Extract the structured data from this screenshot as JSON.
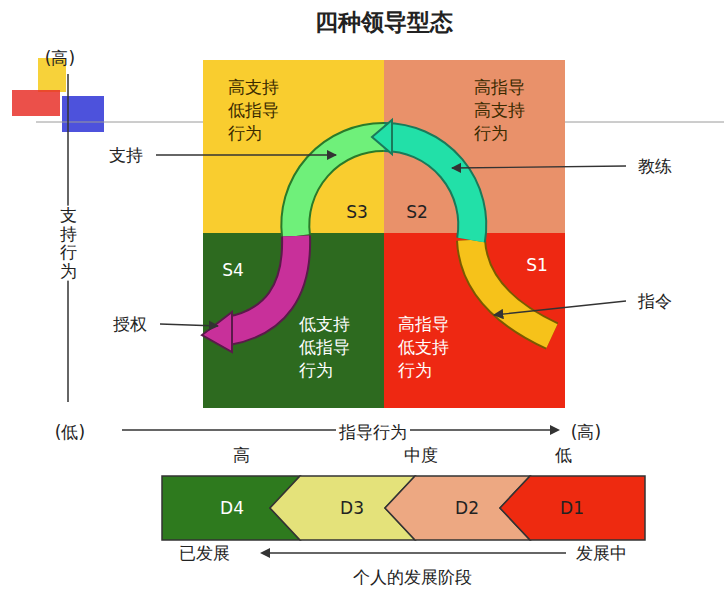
{
  "diagram": {
    "title": "四种领导型态",
    "nodes": [
      {
        "text": [
          "高支持 低指导 行为",
          "S3"
        ]
      },
      {
        "text": [
          "高指导 高支持 行为",
          "S2"
        ]
      },
      {
        "text": [
          "低支持 低指导 行为",
          "S4"
        ]
      },
      {
        "text": [
          "高指导 低支持 行为",
          "S1"
        ]
      },
      {
        "text": [
          "D4"
        ]
      },
      {
        "text": [
          "D3"
        ]
      },
      {
        "text": [
          "D2"
        ]
      },
      {
        "text": [
          "D1"
        ]
      }
    ],
    "labels": [
      "(高)",
      "支持行为",
      "支持",
      "教练",
      "指令",
      "授权",
      "(低)",
      "指导行为",
      "(高)",
      "高",
      "中度",
      "低",
      "已发展",
      "发展中",
      "个人的发展阶段"
    ]
  }
}
